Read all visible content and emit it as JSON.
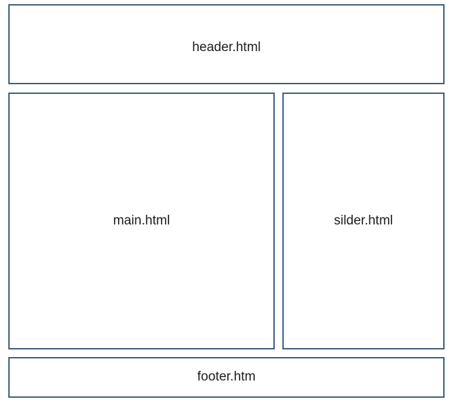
{
  "diagram": {
    "kind": "webpage-layout-diagram",
    "border_color": "#3f5e7c",
    "text_color": "#1c1c1c",
    "background_color": "#ffffff",
    "boxes": {
      "header": {
        "label": "header.html"
      },
      "main": {
        "label": "main.html"
      },
      "sidebar": {
        "label": "silder.html"
      },
      "footer": {
        "label": "footer.htm"
      }
    }
  }
}
